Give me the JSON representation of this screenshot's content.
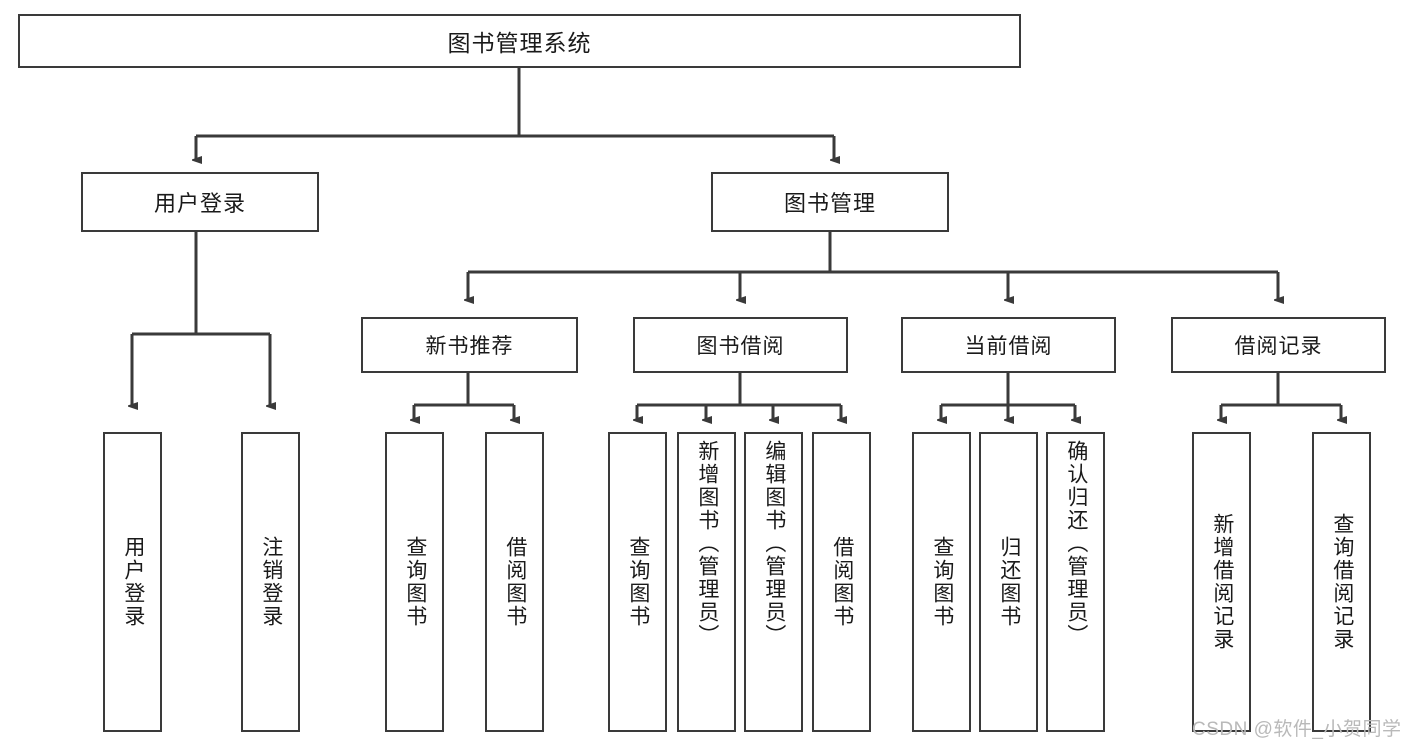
{
  "diagram": {
    "title": "图书管理系统",
    "type": "tree",
    "root": {
      "label": "图书管理系统"
    },
    "level1": [
      {
        "label": "用户登录"
      },
      {
        "label": "图书管理"
      }
    ],
    "level2": [
      {
        "label": "新书推荐"
      },
      {
        "label": "图书借阅"
      },
      {
        "label": "当前借阅"
      },
      {
        "label": "借阅记录"
      }
    ],
    "leaves": {
      "user_login": [
        {
          "label": "用户登录"
        },
        {
          "label": "注销登录"
        }
      ],
      "new_book": [
        {
          "label": "查询图书"
        },
        {
          "label": "借阅图书"
        }
      ],
      "book_borrow": [
        {
          "label": "查询图书"
        },
        {
          "label": "新增图书（管理员）"
        },
        {
          "label": "编辑图书（管理员）"
        },
        {
          "label": "借阅图书"
        }
      ],
      "current_borrow": [
        {
          "label": "查询图书"
        },
        {
          "label": "归还图书"
        },
        {
          "label": "确认归还（管理员）"
        }
      ],
      "borrow_record": [
        {
          "label": "新增借阅记录"
        },
        {
          "label": "查询借阅记录"
        }
      ]
    }
  },
  "watermark": {
    "text": "CSDN @软件_小贺同学"
  },
  "colors": {
    "stroke": "#3a3a3a",
    "text": "#1a1a1a",
    "background": "#ffffff",
    "watermark": "#b9b9b9"
  }
}
